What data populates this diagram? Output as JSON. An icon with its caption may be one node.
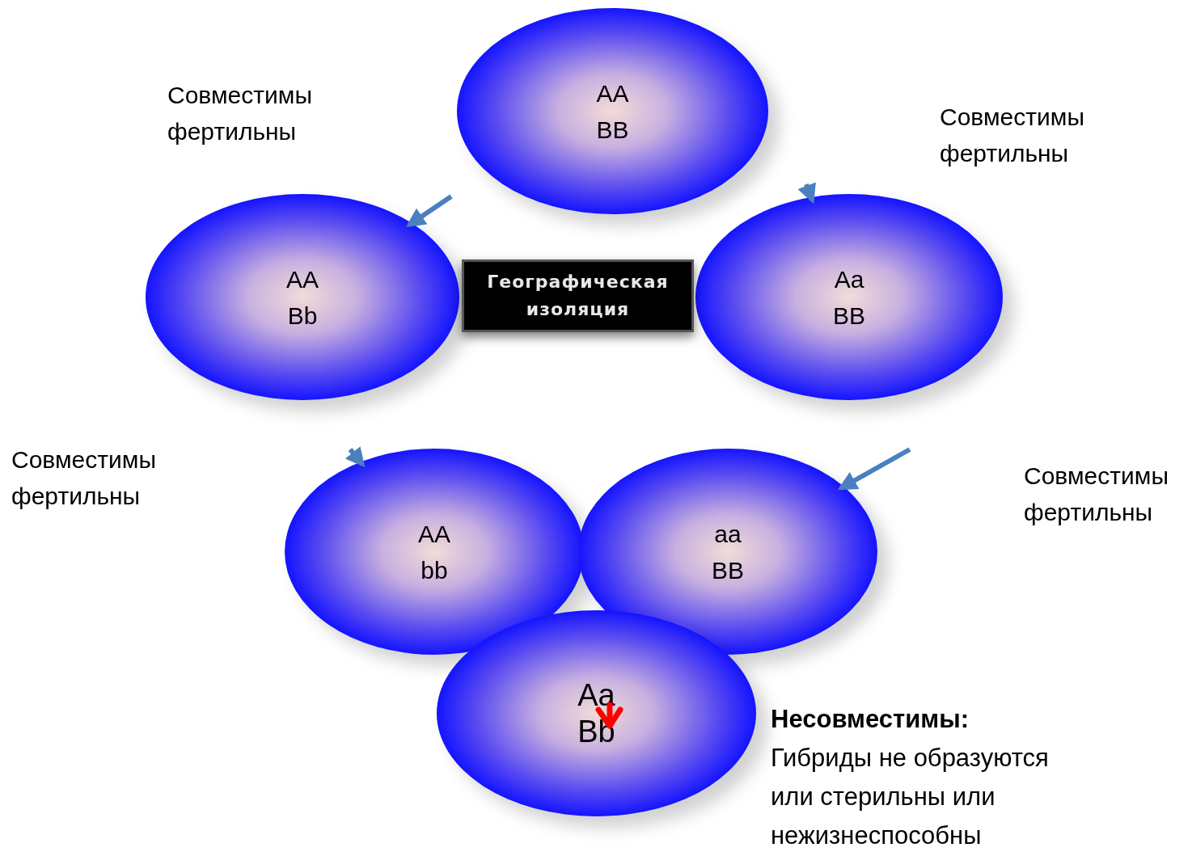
{
  "diagram": {
    "nodes": [
      {
        "text": [
          "AA",
          "BB"
        ]
      },
      {
        "text": [
          "AA",
          "Bb"
        ]
      },
      {
        "text": [
          "Географическая изоляция"
        ]
      },
      {
        "text": [
          "Aa",
          "BB"
        ]
      },
      {
        "text": [
          "AA",
          "bb"
        ]
      },
      {
        "text": [
          "aa",
          "BB"
        ]
      },
      {
        "text": [
          "Aa",
          "Bb"
        ],
        "beside": [
          "Несовместимы:",
          "Гибриды не образуются или стерильны или нежизнеспособны"
        ]
      }
    ],
    "edges": [
      {
        "from": null,
        "to": 1,
        "arrow": "to"
      },
      {
        "from": null,
        "to": 3,
        "arrow": "to"
      },
      {
        "from": null,
        "to": 4,
        "arrow": "to"
      },
      {
        "from": null,
        "to": 5,
        "arrow": "to"
      }
    ],
    "labels": [
      "Совместимы фертильны",
      "Совместимы фертильны",
      "Совместимы фертильны",
      "Совместимы фертильны"
    ]
  }
}
